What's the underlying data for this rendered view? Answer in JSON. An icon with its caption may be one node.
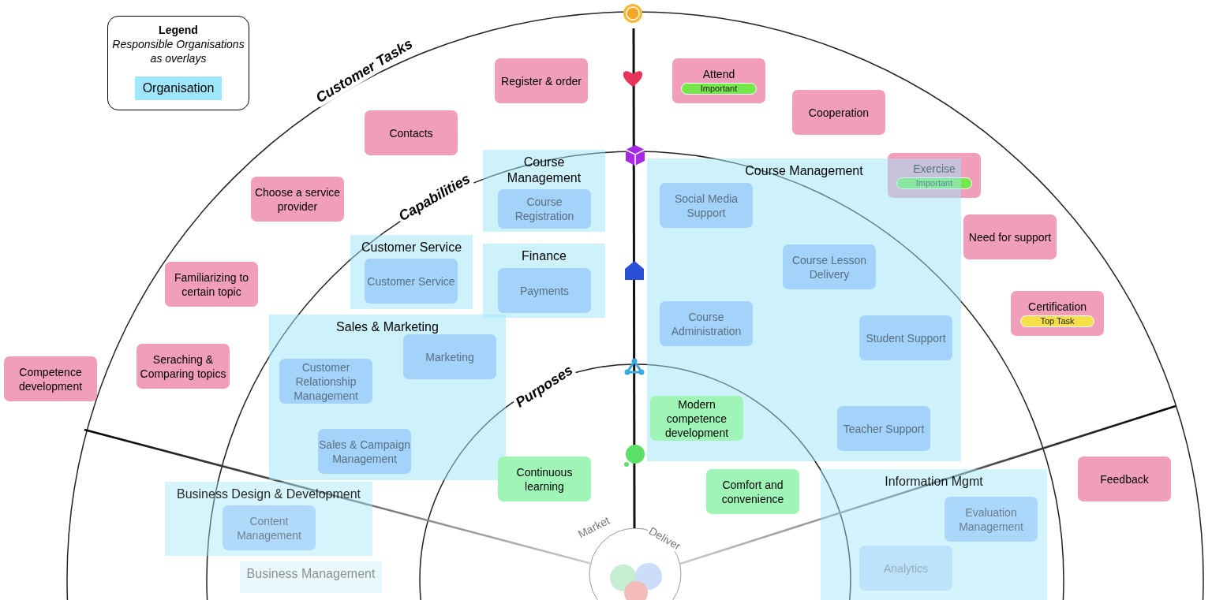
{
  "diagram": {
    "nodes": [
      {
        "text": [
          "Legend",
          "Responsible Organisations as overlays"
        ]
      },
      {
        "text": [
          "Register & order"
        ]
      },
      {
        "text": [
          "Attend",
          "Important"
        ]
      },
      {
        "text": [
          "Cooperation"
        ]
      },
      {
        "text": [
          "Contacts"
        ]
      },
      {
        "text": [
          "Choose a service provider"
        ]
      },
      {
        "text": [
          "Exercise",
          "Important"
        ]
      },
      {
        "text": [
          "Need for support"
        ]
      },
      {
        "text": [
          "Familiarizing to certain topic"
        ]
      },
      {
        "text": [
          "Certification",
          "Top Task"
        ]
      },
      {
        "text": [
          "Seraching & Comparing topics"
        ]
      },
      {
        "text": [
          "Competence development"
        ]
      },
      {
        "text": [
          "Feedback"
        ]
      },
      {
        "text": [
          "Course Management"
        ]
      },
      {
        "text": [
          "Course Registration"
        ],
        "in": 13
      },
      {
        "text": [
          "Course Management"
        ]
      },
      {
        "text": [
          "Social Media Support"
        ],
        "in": 15
      },
      {
        "text": [
          "Course Lesson Delivery"
        ],
        "in": 15
      },
      {
        "text": [
          "Course Administration"
        ],
        "in": 15
      },
      {
        "text": [
          "Student Support"
        ],
        "in": 15
      },
      {
        "text": [
          "Modern competence development"
        ],
        "in": 15
      },
      {
        "text": [
          "Teacher Support"
        ],
        "in": 15
      },
      {
        "text": [
          "Customer Service"
        ]
      },
      {
        "text": [
          "Customer Service"
        ],
        "in": 22
      },
      {
        "text": [
          "Finance"
        ]
      },
      {
        "text": [
          "Payments"
        ],
        "in": 24
      },
      {
        "text": [
          "Sales & Marketing"
        ]
      },
      {
        "text": [
          "Marketing"
        ],
        "in": 26
      },
      {
        "text": [
          "Customer Relationship Management"
        ],
        "in": 26
      },
      {
        "text": [
          "Sales & Campaign Management"
        ],
        "in": 26
      },
      {
        "text": [
          "Continuous learning"
        ]
      },
      {
        "text": [
          "Comfort and convenience"
        ]
      },
      {
        "text": [
          "Business Design & Development"
        ]
      },
      {
        "text": [
          "Content Management"
        ],
        "in": 32
      },
      {
        "text": [
          "Information Mgmt"
        ]
      },
      {
        "text": [
          "Evaluation Management"
        ],
        "in": 34
      },
      {
        "text": [
          "Analytics"
        ],
        "in": 34
      },
      {
        "text": [
          "Business Management"
        ]
      }
    ],
    "edges": [],
    "labels": [
      "Customer Tasks",
      "Capabilities",
      "Purposes",
      "Market",
      "Deliver"
    ],
    "legend": [
      {
        "text": "Organisation",
        "color": "#9ee6fa"
      }
    ]
  }
}
